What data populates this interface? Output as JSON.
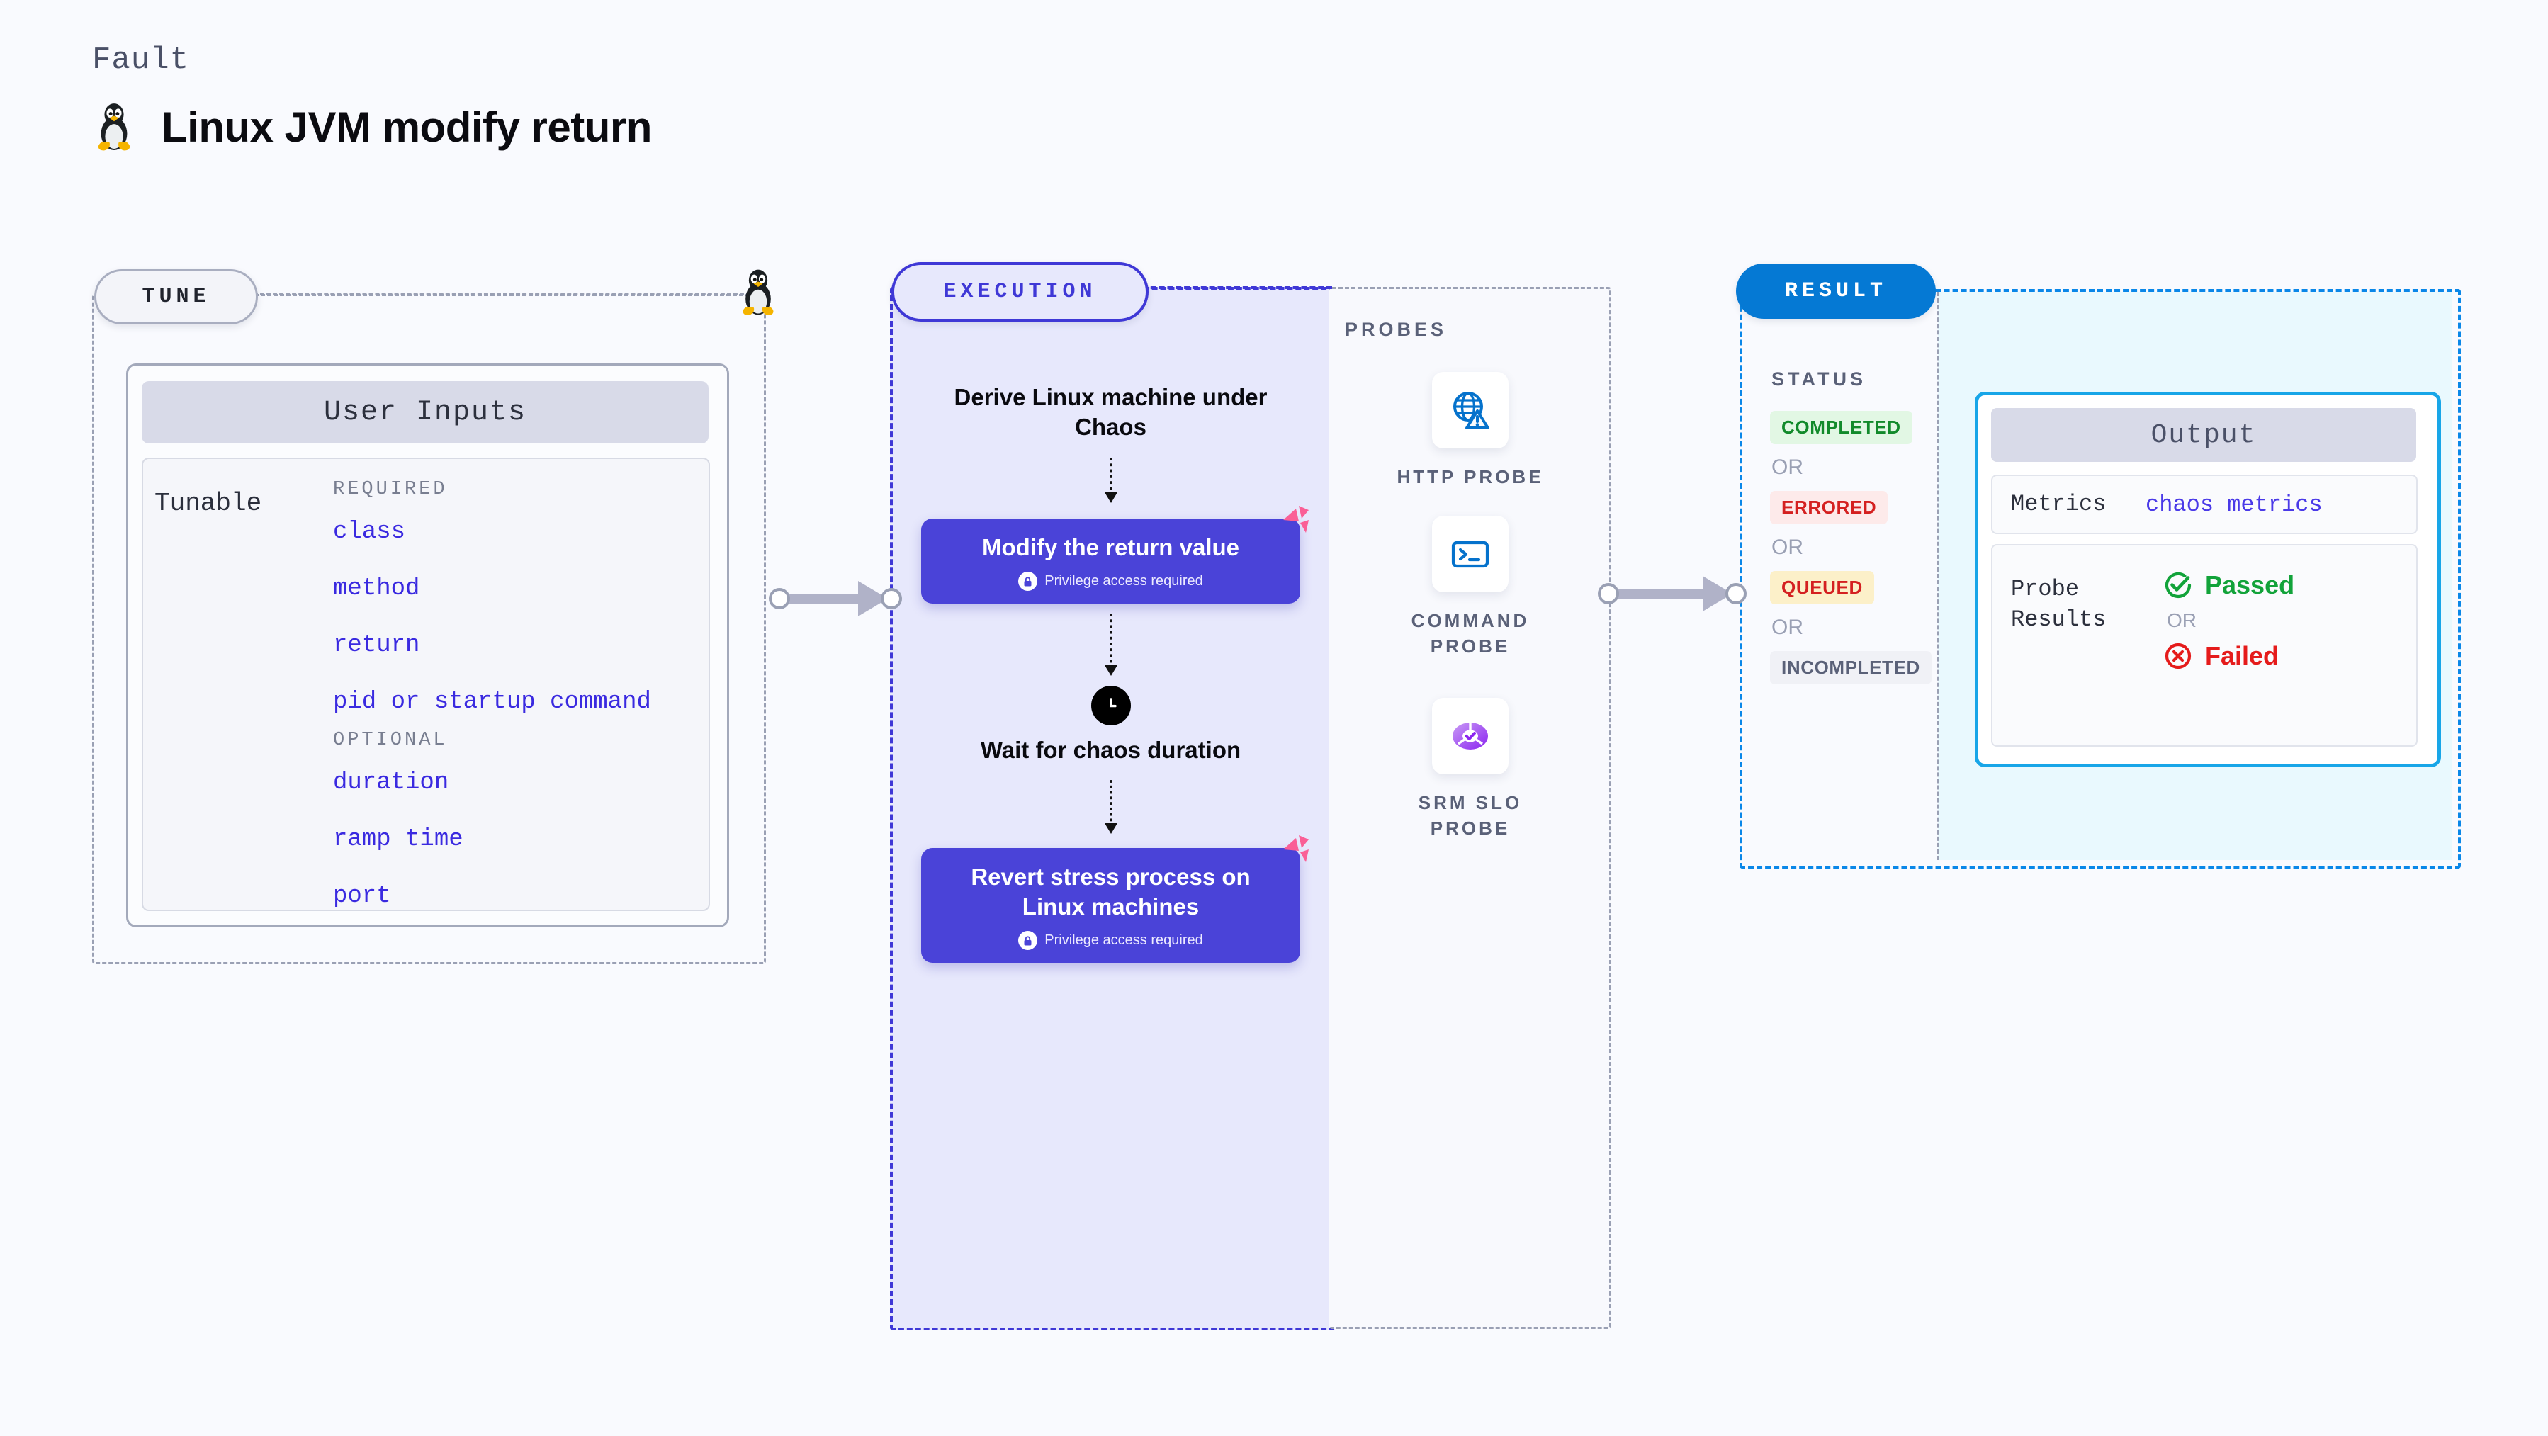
{
  "header": {
    "kicker": "Fault",
    "title": "Linux JVM modify return",
    "icon": "linux-tux-icon"
  },
  "tune": {
    "label": "TUNE",
    "card_title": "User Inputs",
    "row_label": "Tunable",
    "groups": [
      {
        "name": "REQUIRED",
        "items": [
          "class",
          "method",
          "return",
          "pid or startup command"
        ]
      },
      {
        "name": "OPTIONAL",
        "items": [
          "duration",
          "ramp time",
          "port"
        ]
      }
    ]
  },
  "execution": {
    "label": "EXECUTION",
    "steps": [
      {
        "type": "text",
        "text": "Derive Linux machine under Chaos"
      },
      {
        "type": "node",
        "text": "Modify the return value",
        "note": "Privilege access required",
        "icon": "lock-icon",
        "badge": "harness-flag-icon"
      },
      {
        "type": "clock",
        "icon": "clock-icon",
        "text": "Wait for chaos duration"
      },
      {
        "type": "node",
        "text": "Revert stress process on Linux machines",
        "note": "Privilege access required",
        "icon": "lock-icon",
        "badge": "harness-flag-icon"
      }
    ]
  },
  "probes": {
    "title": "PROBES",
    "items": [
      {
        "label": "HTTP PROBE",
        "icon": "globe-warning-icon"
      },
      {
        "label": "COMMAND PROBE",
        "icon": "terminal-icon"
      },
      {
        "label": "SRM SLO PROBE",
        "icon": "slo-donut-check-icon"
      }
    ]
  },
  "result": {
    "label": "RESULT",
    "status_title": "STATUS",
    "or_text": "OR",
    "statuses": [
      {
        "text": "COMPLETED",
        "color": "#128a2b",
        "bg": "#e2f7e4"
      },
      {
        "text": "ERRORED",
        "color": "#d42020",
        "bg": "#fdeaea"
      },
      {
        "text": "QUEUED",
        "color": "#d42020",
        "bg": "#fcf0c9"
      },
      {
        "text": "INCOMPLETED",
        "color": "#5a6178",
        "bg": "#f0f1f6"
      }
    ],
    "output": {
      "title": "Output",
      "metrics_key": "Metrics",
      "metrics_value": "chaos metrics",
      "probe_key": "Probe Results",
      "passed": "Passed",
      "failed": "Failed",
      "or_text": "OR",
      "pass_icon": "check-circle-icon",
      "fail_icon": "x-circle-icon"
    }
  },
  "colors": {
    "page_bg": "#f9fafe",
    "execution_bg": "#e7e8fc",
    "execution_accent": "#3f38d6",
    "node_bg": "#4a43d8",
    "result_accent": "#0579d4",
    "output_border": "#18a6e8",
    "output_bg": "#e9f9fe",
    "tunable_link": "#3a2ae0",
    "badge_pink": "#fa5f96"
  }
}
